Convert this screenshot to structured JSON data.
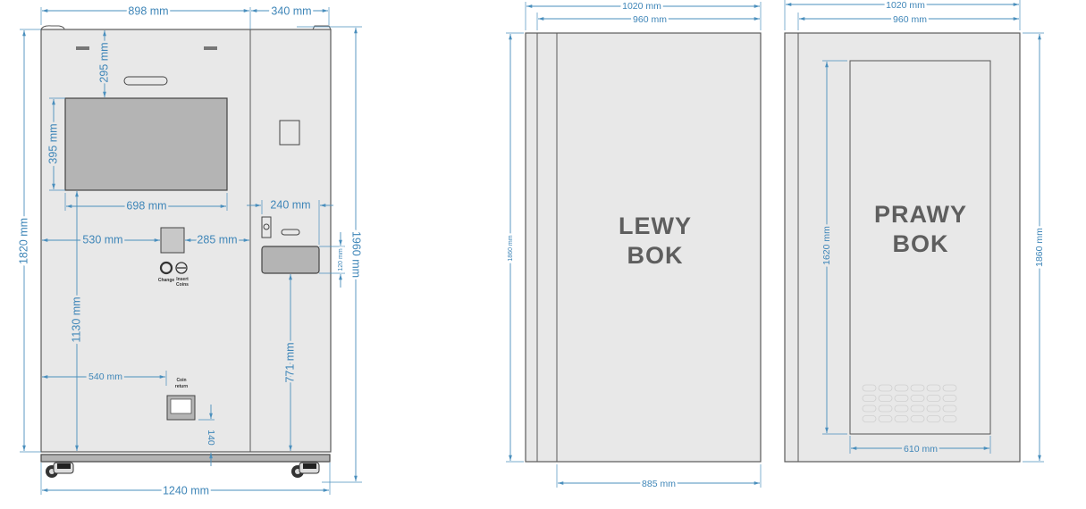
{
  "front_view": {
    "dims": {
      "front_width": "898 mm",
      "side_module_width": "340 mm",
      "total_height_body": "1820 mm",
      "total_height": "1960 mm",
      "screen_top_offset": "295 mm",
      "screen_height": "395 mm",
      "screen_width": "698 mm",
      "coin_left_offset": "530 mm",
      "coin_right_offset": "285 mm",
      "screen_bottom_height": "1130 mm",
      "coin_return_offset": "540 mm",
      "coin_return_height": "140",
      "module_width": "240 mm",
      "tray_height": "120 mm",
      "tray_bottom_height": "771 mm",
      "total_width": "1240 mm"
    },
    "labels": {
      "change": "Change",
      "insert_1": "Insert",
      "insert_2": "Coins",
      "coin_return_1": "Coin",
      "coin_return_2": "return"
    }
  },
  "left_side": {
    "title_1": "LEWY",
    "title_2": "BOK",
    "dims": {
      "outer_width": "1020 mm",
      "inner_width": "960 mm",
      "height": "1860 mm",
      "panel_width": "885 mm"
    }
  },
  "right_side": {
    "title_1": "PRAWY",
    "title_2": "BOK",
    "dims": {
      "outer_width": "1020 mm",
      "inner_width": "960 mm",
      "height": "1860 mm",
      "door_height": "1620 mm",
      "door_width": "610 mm"
    }
  },
  "colors": {
    "dimension": "#3f86b8",
    "body": "#e8e8e8",
    "screen": "#b4b4b4"
  }
}
